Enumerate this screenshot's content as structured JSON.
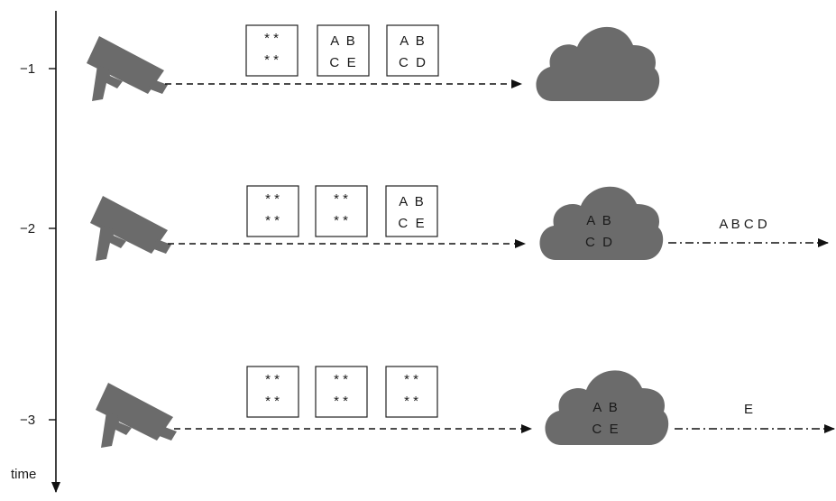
{
  "axis": {
    "label": "time",
    "ticks": [
      "−1",
      "−2",
      "−3"
    ]
  },
  "icons": {
    "camera": "security-camera-icon",
    "cloud": "cloud-icon"
  },
  "colors": {
    "icon_fill": "#6b6b6b",
    "line": "#111111"
  },
  "rows": [
    {
      "tick": "−1",
      "packets": [
        [
          "* *",
          "* *"
        ],
        [
          "A  B",
          "C  E"
        ],
        [
          "A  B",
          "C  D"
        ]
      ],
      "cloud": [
        "",
        ""
      ],
      "output": ""
    },
    {
      "tick": "−2",
      "packets": [
        [
          "* *",
          "* *"
        ],
        [
          "* *",
          "* *"
        ],
        [
          "A  B",
          "C  E"
        ]
      ],
      "cloud": [
        "A  B",
        "C  D"
      ],
      "output": "A B C D"
    },
    {
      "tick": "−3",
      "packets": [
        [
          "* *",
          "* *"
        ],
        [
          "* *",
          "* *"
        ],
        [
          "* *",
          "* *"
        ]
      ],
      "cloud": [
        "A  B",
        "C  E"
      ],
      "output": "E"
    }
  ]
}
